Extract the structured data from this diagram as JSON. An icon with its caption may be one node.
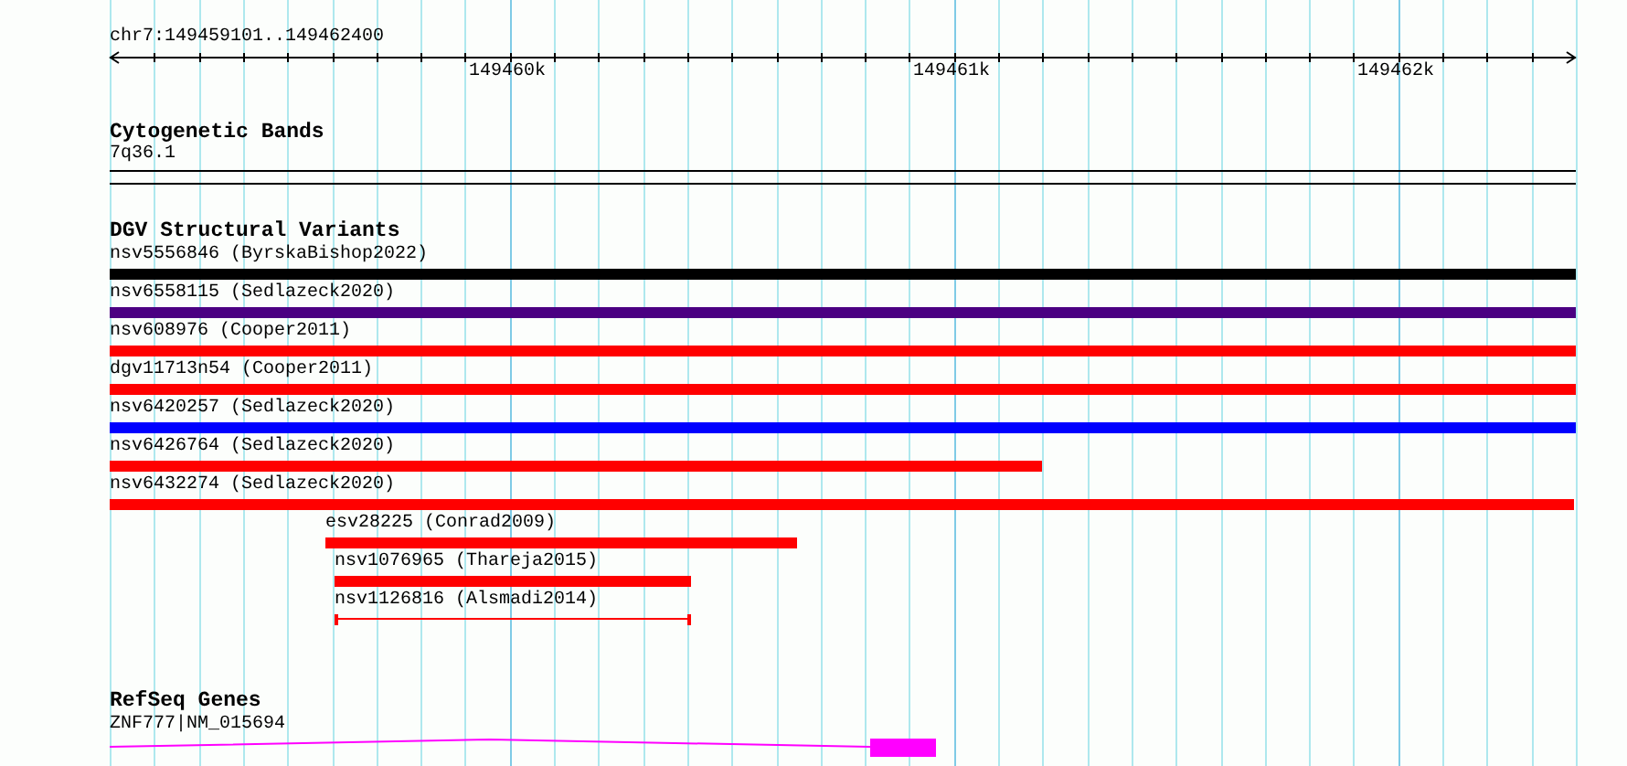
{
  "diagram": {
    "nodes": [
      {
        "text": [
          "Cytogenetic Bands"
        ]
      },
      {
        "text": [
          "7q36.1"
        ],
        "in": 0
      },
      {
        "text": [
          "DGV Structural Variants"
        ]
      },
      {
        "text": [
          "nsv5556846 (ByrskaBishop2022)"
        ],
        "in": 2
      },
      {
        "text": [
          "nsv6558115 (Sedlazeck2020)"
        ],
        "in": 2
      },
      {
        "text": [
          "nsv608976 (Cooper2011)"
        ],
        "in": 2
      },
      {
        "text": [
          "dgv11713n54 (Cooper2011)"
        ],
        "in": 2
      },
      {
        "text": [
          "nsv6420257 (Sedlazeck2020)"
        ],
        "in": 2
      },
      {
        "text": [
          "nsv6426764 (Sedlazeck2020)"
        ],
        "in": 2
      },
      {
        "text": [
          "nsv6432274 (Sedlazeck2020)"
        ],
        "in": 2
      },
      {
        "text": [
          "esv28225 (Conrad2009)"
        ],
        "in": 2
      },
      {
        "text": [
          "nsv1076965 (Thareja2015)"
        ],
        "in": 2
      },
      {
        "text": [
          "nsv1126816 (Alsmadi2014)"
        ],
        "in": 2
      },
      {
        "text": [
          "RefSeq Genes"
        ]
      },
      {
        "text": [
          "ZNF777|NM_015694"
        ],
        "in": 13
      }
    ],
    "labels": [
      "chr7:149459101..149462400",
      "149460k",
      "149461k",
      "149462k"
    ]
  }
}
